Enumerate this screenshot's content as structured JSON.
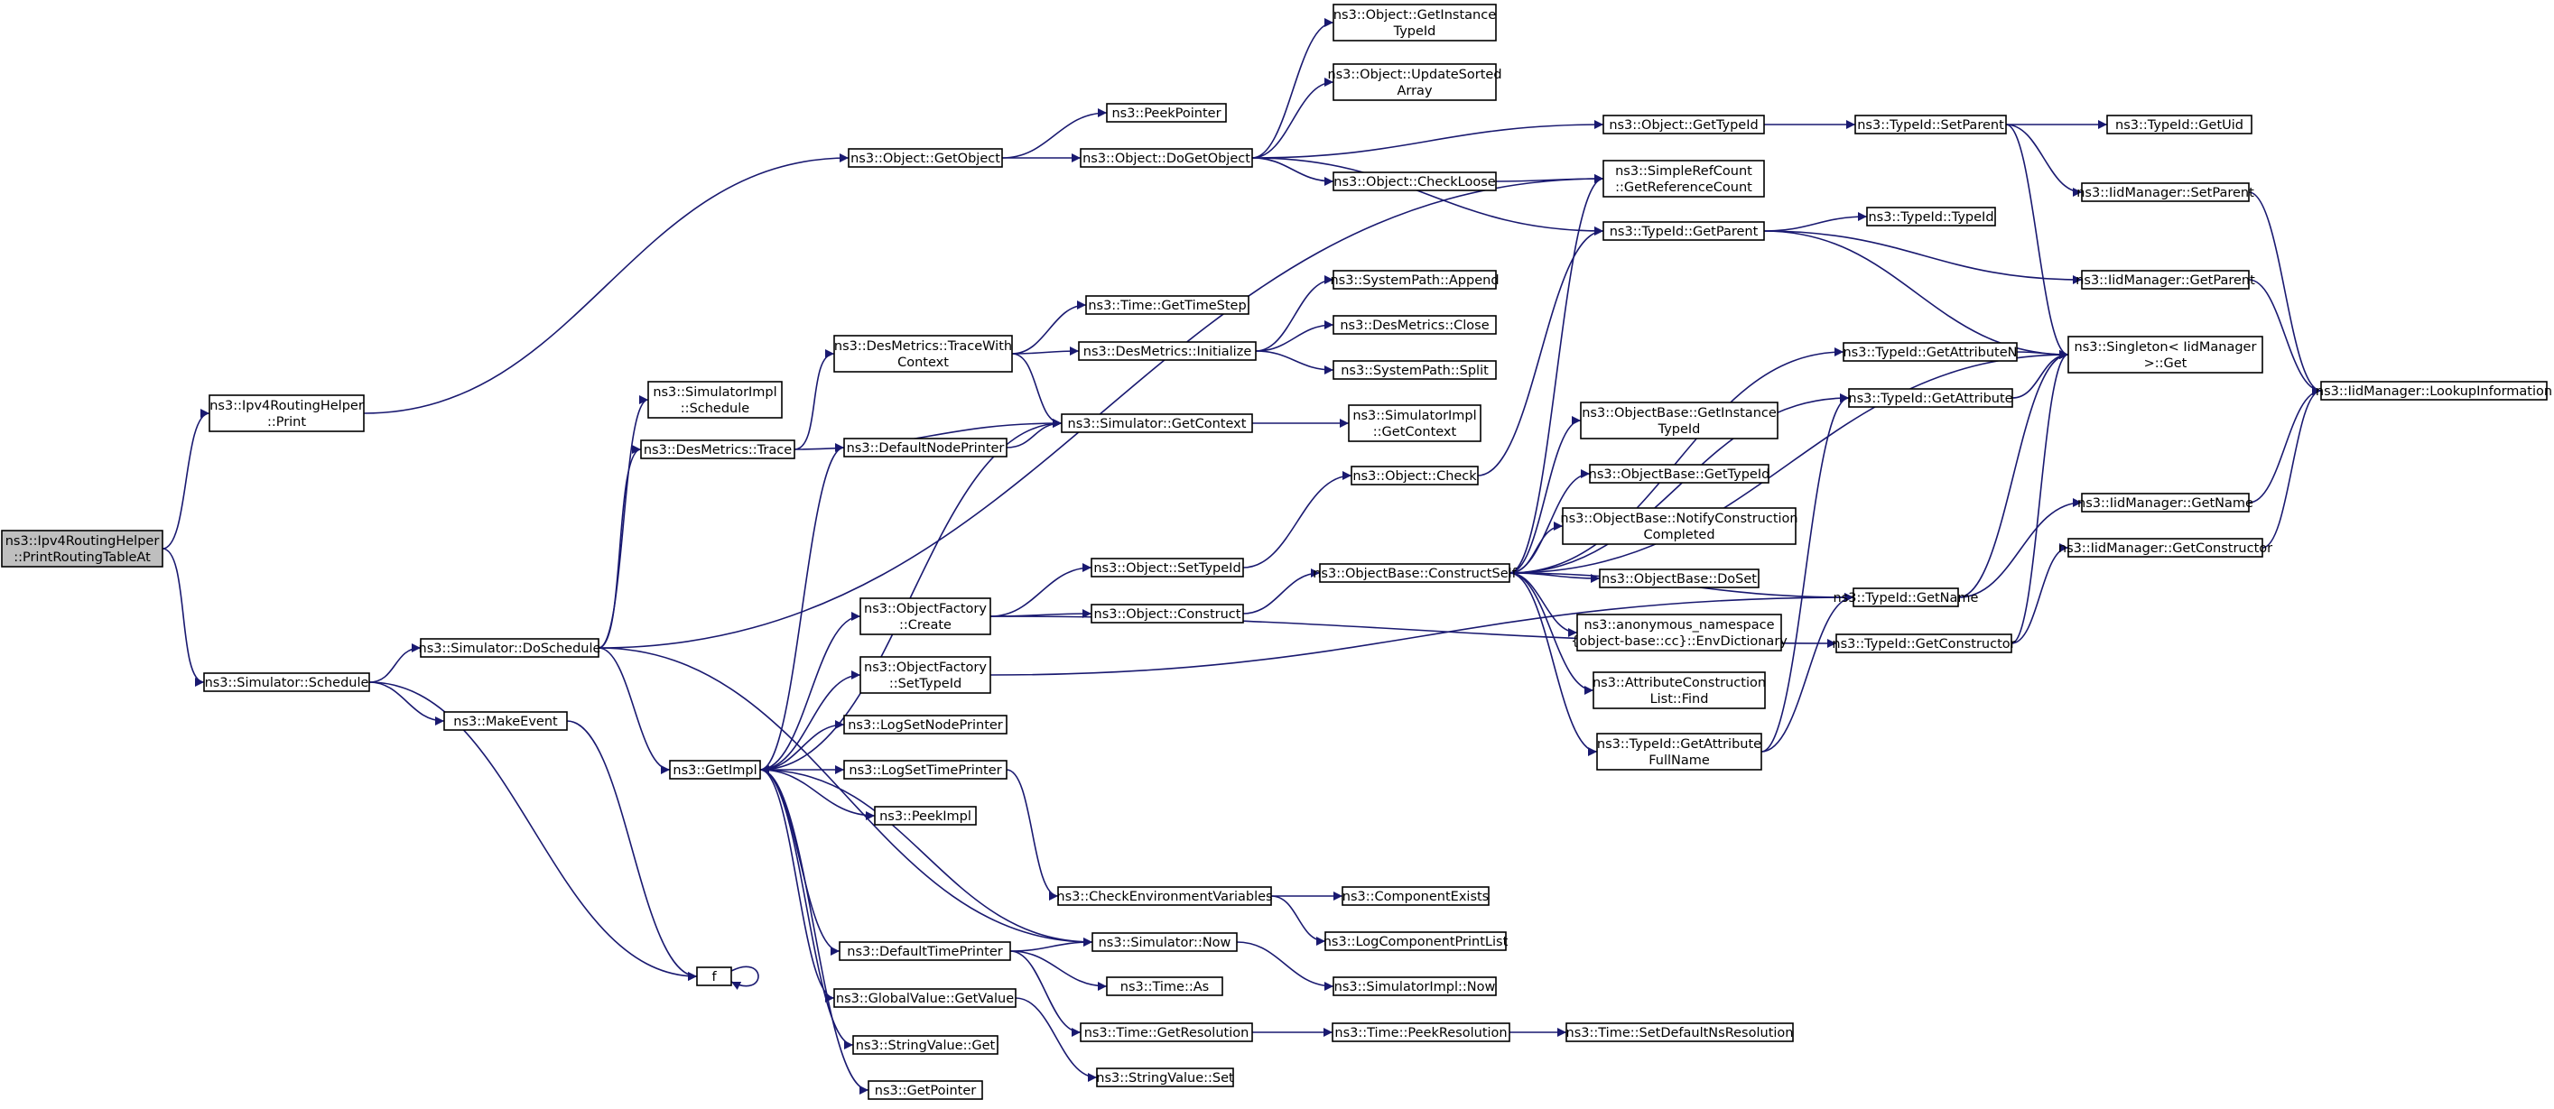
{
  "colors": {
    "root_fill": "#bfbfbf",
    "node_fill": "#ffffff",
    "node_border": "#000000",
    "truncated_border": "#ff0000",
    "edge": "#191970"
  },
  "nodes": [
    {
      "id": "root",
      "lines": [
        "ns3::Ipv4RoutingHelper",
        "::PrintRoutingTableAt"
      ],
      "root": true
    },
    {
      "id": "print",
      "lines": [
        "ns3::Ipv4RoutingHelper",
        "::Print"
      ]
    },
    {
      "id": "schedule",
      "lines": [
        "ns3::Simulator::Schedule"
      ]
    },
    {
      "id": "getobject",
      "lines": [
        "ns3::Object::GetObject"
      ]
    },
    {
      "id": "peekpointer",
      "lines": [
        "ns3::PeekPointer"
      ]
    },
    {
      "id": "dogetobject",
      "lines": [
        "ns3::Object::DoGetObject"
      ]
    },
    {
      "id": "getinstancetypeid",
      "lines": [
        "ns3::Object::GetInstance",
        "TypeId"
      ]
    },
    {
      "id": "updatesorted",
      "lines": [
        "ns3::Object::UpdateSorted",
        "Array"
      ]
    },
    {
      "id": "obj_gettypeid",
      "lines": [
        "ns3::Object::GetTypeId"
      ]
    },
    {
      "id": "checkloose",
      "lines": [
        "ns3::Object::CheckLoose"
      ]
    },
    {
      "id": "simplerefcount",
      "lines": [
        "ns3::SimpleRefCount",
        "::GetReferenceCount"
      ]
    },
    {
      "id": "getparent",
      "lines": [
        "ns3::TypeId::GetParent"
      ]
    },
    {
      "id": "setparent",
      "lines": [
        "ns3::TypeId::SetParent"
      ]
    },
    {
      "id": "getuid",
      "lines": [
        "ns3::TypeId::GetUid"
      ]
    },
    {
      "id": "iid_setparent",
      "lines": [
        "ns3::IidManager::SetParent"
      ]
    },
    {
      "id": "typeid_typeid",
      "lines": [
        "ns3::TypeId::TypeId"
      ]
    },
    {
      "id": "iid_getparent",
      "lines": [
        "ns3::IidManager::GetParent"
      ]
    },
    {
      "id": "singleton_get",
      "lines": [
        "ns3::Singleton< IidManager",
        " >::Get"
      ]
    },
    {
      "id": "lookup",
      "lines": [
        "ns3::IidManager::LookupInformation"
      ]
    },
    {
      "id": "getattributen",
      "lines": [
        "ns3::TypeId::GetAttributeN"
      ],
      "truncated": true
    },
    {
      "id": "getattribute",
      "lines": [
        "ns3::TypeId::GetAttribute"
      ],
      "truncated": true
    },
    {
      "id": "iid_getname",
      "lines": [
        "ns3::IidManager::GetName"
      ]
    },
    {
      "id": "iid_getconstructor",
      "lines": [
        "ns3::IidManager::GetConstructor"
      ]
    },
    {
      "id": "typeid_getname",
      "lines": [
        "ns3::TypeId::GetName"
      ]
    },
    {
      "id": "typeid_getconstructor",
      "lines": [
        "ns3::TypeId::GetConstructor"
      ]
    },
    {
      "id": "simimpl_schedule",
      "lines": [
        "ns3::SimulatorImpl",
        "::Schedule"
      ]
    },
    {
      "id": "desm_trace",
      "lines": [
        "ns3::DesMetrics::Trace"
      ]
    },
    {
      "id": "desm_tracewithcontext",
      "lines": [
        "ns3::DesMetrics::TraceWith",
        "Context"
      ]
    },
    {
      "id": "time_gettimestep",
      "lines": [
        "ns3::Time::GetTimeStep"
      ]
    },
    {
      "id": "desm_initialize",
      "lines": [
        "ns3::DesMetrics::Initialize"
      ]
    },
    {
      "id": "syspath_append",
      "lines": [
        "ns3::SystemPath::Append"
      ]
    },
    {
      "id": "desm_close",
      "lines": [
        "ns3::DesMetrics::Close"
      ]
    },
    {
      "id": "syspath_split",
      "lines": [
        "ns3::SystemPath::Split"
      ]
    },
    {
      "id": "sim_getcontext",
      "lines": [
        "ns3::Simulator::GetContext"
      ]
    },
    {
      "id": "simimpl_getcontext",
      "lines": [
        "ns3::SimulatorImpl",
        "::GetContext"
      ]
    },
    {
      "id": "defaultnodeprinter",
      "lines": [
        "ns3::DefaultNodePrinter"
      ]
    },
    {
      "id": "object_check",
      "lines": [
        "ns3::Object::Check"
      ]
    },
    {
      "id": "ob_getinstancetypeid",
      "lines": [
        "ns3::ObjectBase::GetInstance",
        "TypeId"
      ]
    },
    {
      "id": "ob_gettypeid",
      "lines": [
        "ns3::ObjectBase::GetTypeId"
      ],
      "truncated": true
    },
    {
      "id": "ob_notifyconstruction",
      "lines": [
        "ns3::ObjectBase::NotifyConstruction",
        "Completed"
      ]
    },
    {
      "id": "ob_doset",
      "lines": [
        "ns3::ObjectBase::DoSet"
      ]
    },
    {
      "id": "envdictionary",
      "lines": [
        "ns3::anonymous_namespace",
        "{object-base::cc}::EnvDictionary"
      ]
    },
    {
      "id": "attrconstructionfind",
      "lines": [
        "ns3::AttributeConstruction",
        "List::Find"
      ]
    },
    {
      "id": "getattributefullname",
      "lines": [
        "ns3::TypeId::GetAttribute",
        "FullName"
      ]
    },
    {
      "id": "ob_constructself",
      "lines": [
        "ns3::ObjectBase::ConstructSelf"
      ]
    },
    {
      "id": "object_settypeid",
      "lines": [
        "ns3::Object::SetTypeId"
      ]
    },
    {
      "id": "object_construct",
      "lines": [
        "ns3::Object::Construct"
      ]
    },
    {
      "id": "of_create",
      "lines": [
        "ns3::ObjectFactory",
        "::Create"
      ]
    },
    {
      "id": "of_settypeid",
      "lines": [
        "ns3::ObjectFactory",
        "::SetTypeId"
      ]
    },
    {
      "id": "sim_doschedule",
      "lines": [
        "ns3::Simulator::DoSchedule"
      ]
    },
    {
      "id": "makeevent",
      "lines": [
        "ns3::MakeEvent"
      ]
    },
    {
      "id": "getimpl",
      "lines": [
        "ns3::GetImpl"
      ]
    },
    {
      "id": "logsetnodeprinter",
      "lines": [
        "ns3::LogSetNodePrinter"
      ]
    },
    {
      "id": "logsettimeprinter",
      "lines": [
        "ns3::LogSetTimePrinter"
      ]
    },
    {
      "id": "peekimpl",
      "lines": [
        "ns3::PeekImpl"
      ]
    },
    {
      "id": "checkenv",
      "lines": [
        "ns3::CheckEnvironmentVariables"
      ]
    },
    {
      "id": "componentexists",
      "lines": [
        "ns3::ComponentExists"
      ],
      "truncated": true
    },
    {
      "id": "logcomponentprintlist",
      "lines": [
        "ns3::LogComponentPrintList"
      ],
      "truncated": true
    },
    {
      "id": "f",
      "lines": [
        "f"
      ]
    },
    {
      "id": "defaulttimeprinter",
      "lines": [
        "ns3::DefaultTimePrinter"
      ]
    },
    {
      "id": "sim_now",
      "lines": [
        "ns3::Simulator::Now"
      ]
    },
    {
      "id": "simimpl_now",
      "lines": [
        "ns3::SimulatorImpl::Now"
      ]
    },
    {
      "id": "time_as",
      "lines": [
        "ns3::Time::As"
      ]
    },
    {
      "id": "globalvalue_getvalue",
      "lines": [
        "ns3::GlobalValue::GetValue"
      ]
    },
    {
      "id": "time_getresolution",
      "lines": [
        "ns3::Time::GetResolution"
      ]
    },
    {
      "id": "time_peekresolution",
      "lines": [
        "ns3::Time::PeekResolution"
      ]
    },
    {
      "id": "time_setdefaultnsresolution",
      "lines": [
        "ns3::Time::SetDefaultNsResolution"
      ],
      "truncated": true
    },
    {
      "id": "stringvalue_get",
      "lines": [
        "ns3::StringValue::Get"
      ]
    },
    {
      "id": "stringvalue_set",
      "lines": [
        "ns3::StringValue::Set"
      ]
    },
    {
      "id": "getpointer",
      "lines": [
        "ns3::GetPointer"
      ]
    }
  ],
  "edges": [
    [
      "root",
      "print"
    ],
    [
      "root",
      "schedule"
    ],
    [
      "print",
      "getobject"
    ],
    [
      "getobject",
      "peekpointer"
    ],
    [
      "getobject",
      "dogetobject"
    ],
    [
      "dogetobject",
      "getinstancetypeid"
    ],
    [
      "dogetobject",
      "updatesorted"
    ],
    [
      "dogetobject",
      "obj_gettypeid"
    ],
    [
      "dogetobject",
      "checkloose"
    ],
    [
      "dogetobject",
      "getparent"
    ],
    [
      "obj_gettypeid",
      "setparent"
    ],
    [
      "setparent",
      "getuid"
    ],
    [
      "setparent",
      "iid_setparent"
    ],
    [
      "setparent",
      "singleton_get"
    ],
    [
      "checkloose",
      "simplerefcount"
    ],
    [
      "getparent",
      "typeid_typeid"
    ],
    [
      "getparent",
      "iid_getparent"
    ],
    [
      "getparent",
      "singleton_get"
    ],
    [
      "iid_setparent",
      "lookup"
    ],
    [
      "iid_getparent",
      "lookup"
    ],
    [
      "getattributen",
      "singleton_get"
    ],
    [
      "getattribute",
      "singleton_get"
    ],
    [
      "iid_getname",
      "lookup"
    ],
    [
      "iid_getconstructor",
      "lookup"
    ],
    [
      "typeid_getname",
      "singleton_get"
    ],
    [
      "typeid_getname",
      "iid_getname"
    ],
    [
      "typeid_getconstructor",
      "singleton_get"
    ],
    [
      "typeid_getconstructor",
      "iid_getconstructor"
    ],
    [
      "schedule",
      "sim_doschedule"
    ],
    [
      "schedule",
      "makeevent"
    ],
    [
      "schedule",
      "f"
    ],
    [
      "sim_doschedule",
      "simimpl_schedule"
    ],
    [
      "sim_doschedule",
      "desm_trace"
    ],
    [
      "sim_doschedule",
      "getimpl"
    ],
    [
      "sim_doschedule",
      "sim_now"
    ],
    [
      "sim_doschedule",
      "simplerefcount"
    ],
    [
      "desm_trace",
      "desm_tracewithcontext"
    ],
    [
      "desm_trace",
      "sim_getcontext"
    ],
    [
      "desm_tracewithcontext",
      "time_gettimestep"
    ],
    [
      "desm_tracewithcontext",
      "desm_initialize"
    ],
    [
      "desm_tracewithcontext",
      "sim_getcontext"
    ],
    [
      "desm_initialize",
      "syspath_append"
    ],
    [
      "desm_initialize",
      "desm_close"
    ],
    [
      "desm_initialize",
      "syspath_split"
    ],
    [
      "sim_getcontext",
      "simimpl_getcontext"
    ],
    [
      "makeevent",
      "f"
    ],
    [
      "f",
      "f"
    ],
    [
      "getimpl",
      "defaultnodeprinter"
    ],
    [
      "getimpl",
      "sim_getcontext"
    ],
    [
      "getimpl",
      "of_create"
    ],
    [
      "getimpl",
      "of_settypeid"
    ],
    [
      "getimpl",
      "logsetnodeprinter"
    ],
    [
      "getimpl",
      "logsettimeprinter"
    ],
    [
      "getimpl",
      "peekimpl"
    ],
    [
      "getimpl",
      "defaulttimeprinter"
    ],
    [
      "getimpl",
      "globalvalue_getvalue"
    ],
    [
      "getimpl",
      "stringvalue_get"
    ],
    [
      "getimpl",
      "getpointer"
    ],
    [
      "defaultnodeprinter",
      "sim_getcontext"
    ],
    [
      "of_create",
      "object_settypeid"
    ],
    [
      "of_create",
      "object_construct"
    ],
    [
      "of_create",
      "typeid_getconstructor"
    ],
    [
      "of_settypeid",
      "typeid_getname"
    ],
    [
      "object_settypeid",
      "object_check"
    ],
    [
      "object_construct",
      "ob_constructself"
    ],
    [
      "object_check",
      "getparent"
    ],
    [
      "ob_constructself",
      "getattributen"
    ],
    [
      "ob_constructself",
      "getattribute"
    ],
    [
      "ob_constructself",
      "ob_getinstancetypeid"
    ],
    [
      "ob_constructself",
      "ob_gettypeid"
    ],
    [
      "ob_constructself",
      "ob_notifyconstruction"
    ],
    [
      "ob_constructself",
      "ob_doset"
    ],
    [
      "ob_constructself",
      "envdictionary"
    ],
    [
      "ob_constructself",
      "attrconstructionfind"
    ],
    [
      "ob_constructself",
      "getattributefullname"
    ],
    [
      "ob_constructself",
      "singleton_get"
    ],
    [
      "ob_constructself",
      "typeid_getname"
    ],
    [
      "ob_constructself",
      "simplerefcount"
    ],
    [
      "getattributefullname",
      "getattribute"
    ],
    [
      "getattributefullname",
      "typeid_getname"
    ],
    [
      "logsettimeprinter",
      "checkenv"
    ],
    [
      "checkenv",
      "componentexists"
    ],
    [
      "checkenv",
      "logcomponentprintlist"
    ],
    [
      "defaulttimeprinter",
      "sim_now"
    ],
    [
      "defaulttimeprinter",
      "time_as"
    ],
    [
      "defaulttimeprinter",
      "time_getresolution"
    ],
    [
      "sim_now",
      "simimpl_now"
    ],
    [
      "sim_now",
      "getimpl"
    ],
    [
      "time_getresolution",
      "time_peekresolution"
    ],
    [
      "time_peekresolution",
      "time_setdefaultnsresolution"
    ],
    [
      "globalvalue_getvalue",
      "stringvalue_set"
    ]
  ]
}
